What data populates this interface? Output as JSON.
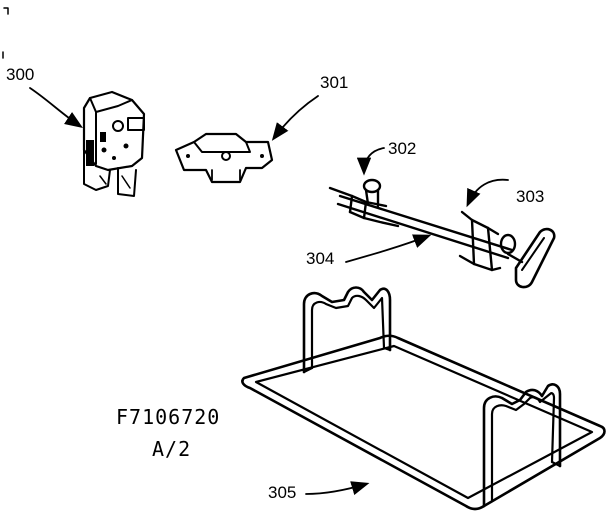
{
  "parts": [
    {
      "id": "300",
      "label": "300",
      "icon": "rotisserie-motor-icon"
    },
    {
      "id": "301",
      "label": "301",
      "icon": "motor-bracket-icon"
    },
    {
      "id": "302",
      "label": "302",
      "icon": "thumb-screw-icon"
    },
    {
      "id": "303",
      "label": "303",
      "icon": "spit-fork-icon"
    },
    {
      "id": "304",
      "label": "304",
      "icon": "spit-rod-icon"
    },
    {
      "id": "305",
      "label": "305",
      "icon": "wire-rack-icon"
    }
  ],
  "figure_code": "F7106720",
  "figure_page": "A/2",
  "colors": {
    "ink": "#000000",
    "paper": "#ffffff"
  }
}
